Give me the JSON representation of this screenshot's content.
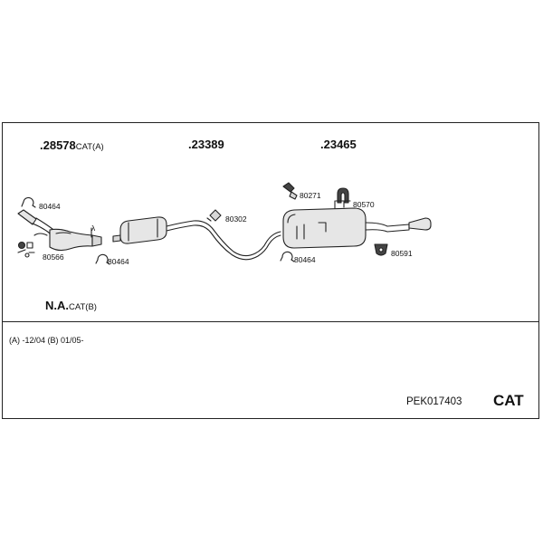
{
  "parts": {
    "cat_a_num": ".28578",
    "cat_a_suffix": "CAT(A)",
    "middle_num": ".23389",
    "rear_num": ".23465",
    "na_num": "N.A.",
    "na_suffix": "CAT(B)"
  },
  "small_parts": {
    "p1": "80464",
    "p2": "80566",
    "p3": "80464",
    "p4": "80302",
    "p5": "80271",
    "p6": "80570",
    "p7": "80464",
    "p8": "80591",
    "lambda": "λ"
  },
  "notes": {
    "validity": "(A) -12/04 (B) 01/05-"
  },
  "footer": {
    "code": "PEK017403",
    "type": "CAT"
  }
}
